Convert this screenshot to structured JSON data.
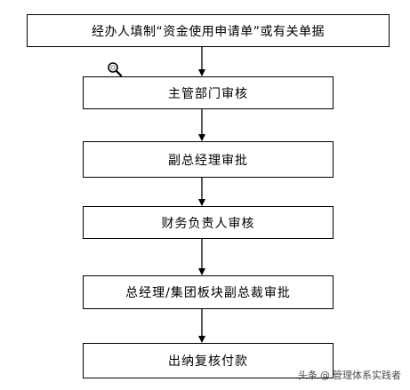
{
  "steps": [
    "经办人填制“资金使用申请单”或有关单据",
    "主管部门审核",
    "副总经理审批",
    "财务负责人审核",
    "总经理/集团板块副总裁审批",
    "出纳复核付款"
  ],
  "watermark": {
    "source": "头条",
    "symbol": "@",
    "account": "管理体系实践者"
  },
  "colors": {
    "line": "#000000",
    "background": "#ffffff"
  },
  "icons": [
    "magnifier-icon"
  ]
}
